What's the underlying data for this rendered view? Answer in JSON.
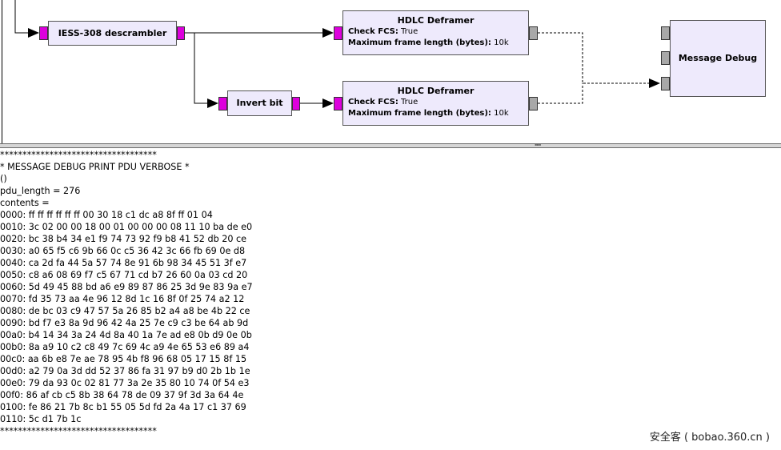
{
  "flowgraph": {
    "descrambler": {
      "title": "IESS-308 descrambler"
    },
    "invert": {
      "title": "Invert bit"
    },
    "deframer_top": {
      "title": "HDLC Deframer",
      "check_fcs_label": "Check FCS:",
      "check_fcs_value": "True",
      "max_len_label": "Maximum frame length (bytes):",
      "max_len_value": "10k"
    },
    "deframer_bottom": {
      "title": "HDLC Deframer",
      "check_fcs_label": "Check FCS:",
      "check_fcs_value": "True",
      "max_len_label": "Maximum frame length (bytes):",
      "max_len_value": "10k"
    },
    "message_debug": {
      "title": "Message Debug"
    }
  },
  "console": {
    "lines": [
      "***********************************",
      "* MESSAGE DEBUG PRINT PDU VERBOSE *",
      "()",
      "pdu_length = 276",
      "contents =",
      "0000: ff ff ff ff ff ff 00 30 18 c1 dc a8 8f ff 01 04",
      "0010: 3c 02 00 00 18 00 01 00 00 00 08 11 10 ba de e0",
      "0020: bc 38 b4 34 e1 f9 74 73 92 f9 b8 41 52 db 20 ce",
      "0030: a0 65 f5 c6 9b 66 0c c5 36 42 3c 66 fb 69 0e d8",
      "0040: ca 2d fa 44 5a 57 74 8e 91 6b 98 34 45 51 3f e7",
      "0050: c8 a6 08 69 f7 c5 67 71 cd b7 26 60 0a 03 cd 20",
      "0060: 5d 49 45 88 bd a6 e9 89 87 86 25 3d 9e 83 9a e7",
      "0070: fd 35 73 aa 4e 96 12 8d 1c 16 8f 0f 25 74 a2 12",
      "0080: de bc 03 c9 47 57 5a 26 85 b2 a4 a8 be 4b 22 ce",
      "0090: bd f7 e3 8a 9d 96 42 4a 25 7e c9 c3 be 64 ab 9d",
      "00a0: b4 14 34 3a 24 4d 8a 40 1a 7e ad e8 0b d9 0e 0b",
      "00b0: 8a a9 10 c2 c8 49 7c 69 4c a9 4e 65 53 e6 89 a4",
      "00c0: aa 6b e8 7e ae 78 95 4b f8 96 68 05 17 15 8f 15",
      "00d0: a2 79 0a 3d dd 52 37 86 fa 31 97 b9 d0 2b 1b 1e",
      "00e0: 79 da 93 0c 02 81 77 3a 2e 35 80 10 74 0f 54 e3",
      "00f0: 86 af cb c5 8b 38 64 78 de 09 37 9f 3d 3a 64 4e",
      "0100: fe 86 21 7b 8c b1 55 05 5d fd 2a 4a 17 c1 37 69",
      "0110: 5c d1 7b 1c",
      "***********************************"
    ]
  },
  "watermark": "安全客 ( bobao.360.cn )"
}
